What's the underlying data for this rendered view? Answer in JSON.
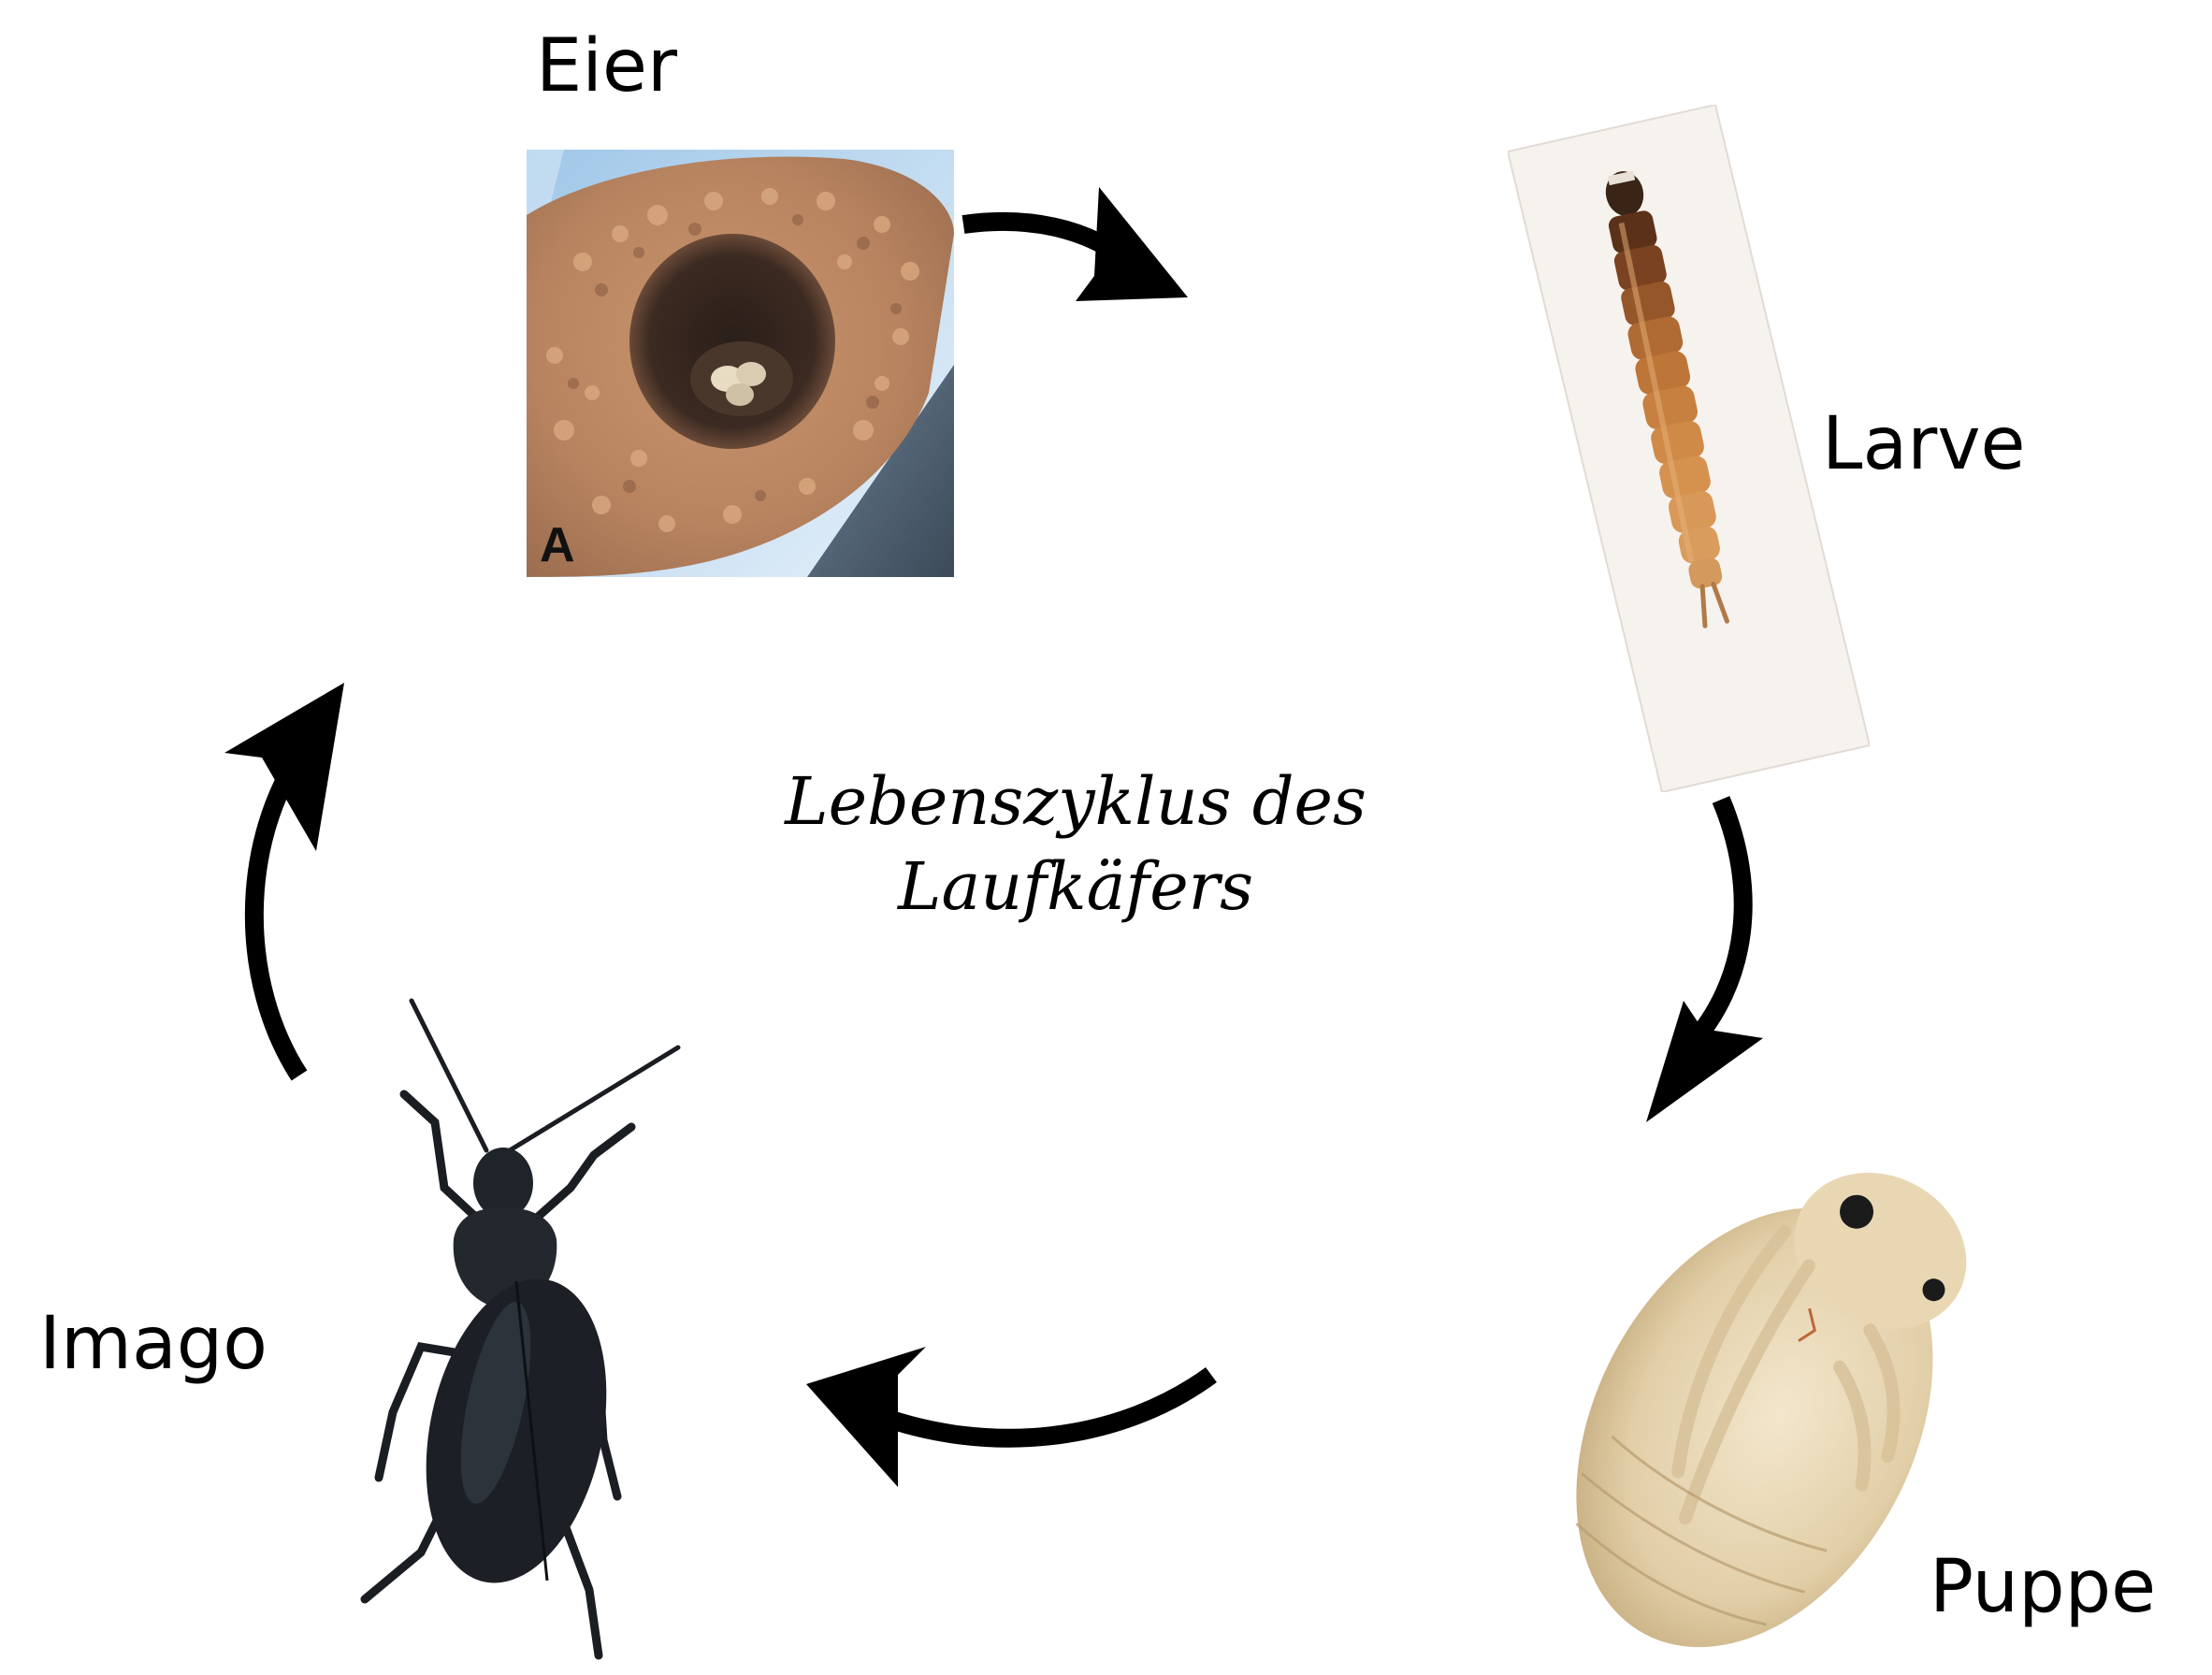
{
  "title": {
    "line1": "Lebenszyklus des",
    "line2": "Laufkäfers"
  },
  "stages": {
    "eggs": {
      "label": "Eier",
      "photo_letter": "A"
    },
    "larva": {
      "label": "Larve"
    },
    "pupa": {
      "label": "Puppe"
    },
    "adult": {
      "label": "Imago"
    }
  },
  "colors": {
    "arrow": "#000000",
    "text": "#000000",
    "background": "#ffffff"
  }
}
